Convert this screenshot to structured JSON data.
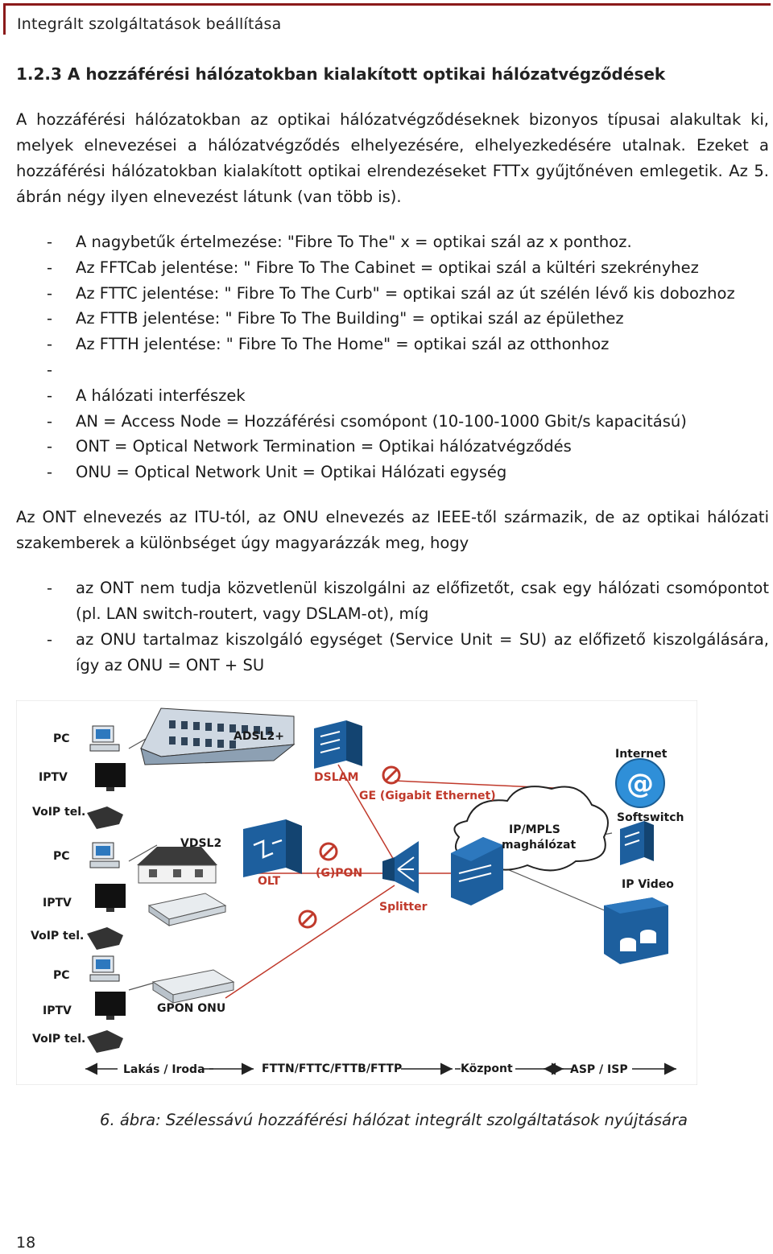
{
  "header": {
    "title": "Integrált szolgáltatások beállítása"
  },
  "section": {
    "heading": "1.2.3  A hozzáférési hálózatokban kialakított optikai hálózatvégződések"
  },
  "intro": "A hozzáférési hálózatokban az optikai hálózatvégződéseknek bizonyos típusai alakultak ki, melyek elnevezései a hálózatvégződés elhelyezésére, elhelyezkedésére utalnak. Ezeket a hozzáférési hálózatokban kialakított optikai elrendezéseket FTTx gyűjtőnéven emlegetik. Az 5. ábrán négy ilyen elnevezést látunk (van több is).",
  "list1": [
    "A nagybetűk értelmezése: \"Fibre To The\" x = optikai szál az x ponthoz.",
    "Az FFTCab jelentése: \" Fibre To The Cabinet = optikai szál a kültéri szekrényhez",
    "Az FTTC jelentése: \" Fibre To The Curb\" = optikai szál az út szélén lévő kis dobozhoz",
    "Az FTTB jelentése: \" Fibre To The Building\" = optikai szál az épülethez",
    "Az FTTH jelentése: \" Fibre To The Home\" = optikai szál az otthonhoz",
    "",
    "A hálózati interfészek",
    "AN = Access Node = Hozzáférési csomópont (10-100-1000 Gbit/s kapacitású)",
    "ONT = Optical Network Termination = Optikai hálózatvégződés",
    "ONU = Optical Network Unit = Optikai Hálózati egység"
  ],
  "para2": "Az ONT elnevezés az ITU-tól, az ONU elnevezés az IEEE-től származik, de az optikai hálózati szakemberek a különbséget úgy magyarázzák meg, hogy",
  "list2": [
    "az ONT nem tudja közvetlenül kiszolgálni az előfizetőt, csak egy hálózati csomópontot (pl. LAN switch-routert, vagy DSLAM-ot), míg",
    "az ONU tartalmaz kiszolgáló egységet (Service Unit = SU) az előfizető kiszolgálására, így az  ONU = ONT + SU"
  ],
  "dash": "-",
  "figure": {
    "labels": {
      "pc1": "PC",
      "iptv1": "IPTV",
      "voip1": "VoIP tel.",
      "pc2": "PC",
      "iptv2": "IPTV",
      "voip2": "VoIP tel.",
      "pc3": "PC",
      "iptv3": "IPTV",
      "voip3": "VoIP tel.",
      "adsl2": "ADSL2+",
      "dslam": "DSLAM",
      "ge": "GE (Gigabit Ethernet)",
      "vdsl2": "VDSL2",
      "olt": "OLT",
      "gpon": "(G)PON",
      "splitter": "Splitter",
      "ipmpls1": "IP/MPLS",
      "ipmpls2": "maghálózat",
      "internet": "Internet",
      "softswitch": "Softswitch",
      "ipvideo": "IP Video",
      "gponont": "GPON ONU",
      "zone1": "Lakás / Iroda",
      "zone2": "FTTN/FTTC/FTTB/FTTP",
      "zone3": "Központ",
      "zone4": "ASP / ISP"
    },
    "colors": {
      "device_blue": "#1d5f9e",
      "fiber_red": "#c0392b",
      "label_red": "#c0392b"
    }
  },
  "caption": "6. ábra: Szélessávú hozzáférési hálózat integrált szolgáltatások nyújtására",
  "page_number": "18"
}
